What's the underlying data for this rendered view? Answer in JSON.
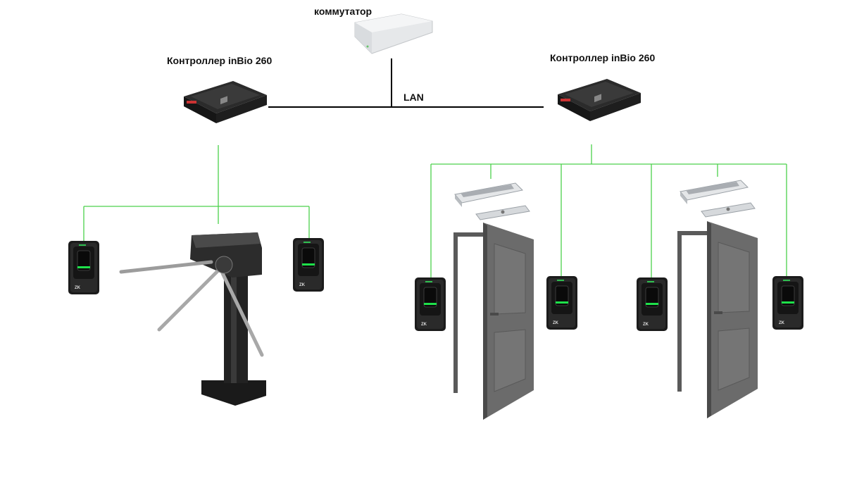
{
  "labels": {
    "switch": "коммутатор",
    "controller_left": "Контроллер inBio 260",
    "controller_right": "Контроллер inBio 260",
    "network": "LAN"
  },
  "colors": {
    "background": "#ffffff",
    "lan_line": "#000000",
    "wiring": "#4cd14c",
    "device_dark": "#1c1c1c",
    "door": "#6b6b6b",
    "door_frame": "#5a5a5a",
    "lock": "#c8cbcf",
    "switch_body": "#e6e8ea"
  },
  "icons": {
    "switch": "network-switch-icon",
    "controller": "access-controller-icon",
    "reader": "fingerprint-reader-icon",
    "turnstile": "tripod-turnstile-icon",
    "door": "door-icon",
    "lock": "electromagnetic-lock-icon"
  }
}
